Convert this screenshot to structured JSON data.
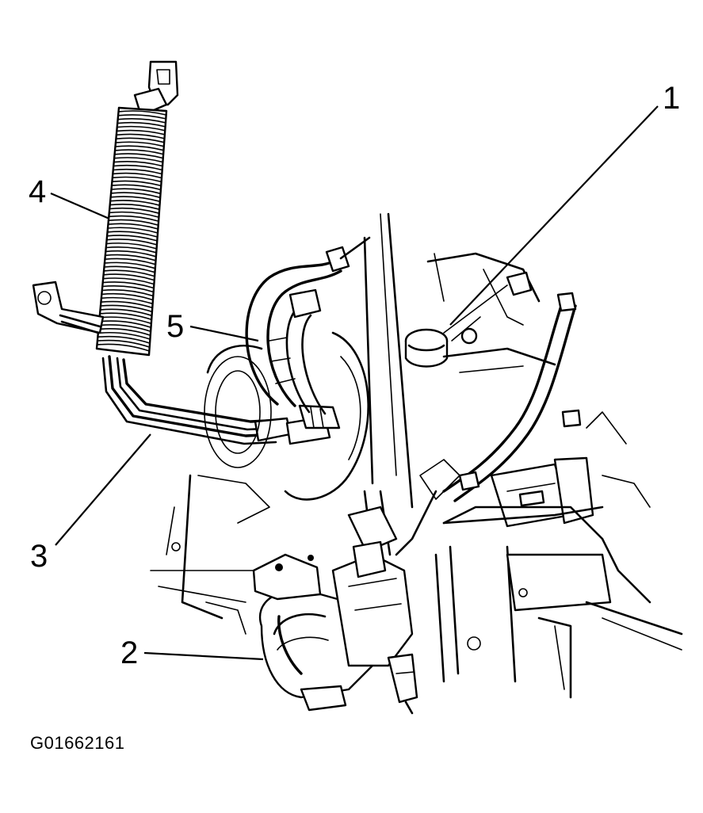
{
  "figure": {
    "id_label": "G01662161"
  },
  "callouts": [
    {
      "number": "1",
      "part": "reservoir"
    },
    {
      "number": "2",
      "part": "steering-gear"
    },
    {
      "number": "3",
      "part": "cooler-lines"
    },
    {
      "number": "4",
      "part": "cooler"
    },
    {
      "number": "5",
      "part": "hoses"
    }
  ]
}
